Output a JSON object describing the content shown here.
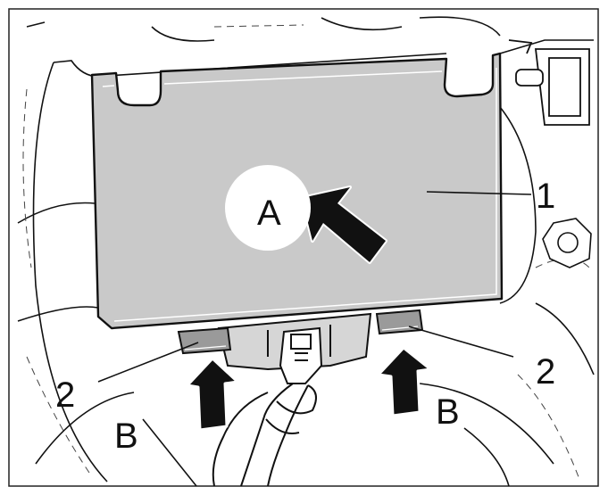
{
  "callouts": {
    "module": "1",
    "clip_left": "2",
    "clip_right": "2",
    "press_point": "A",
    "push_left": "B",
    "push_right": "B"
  },
  "colors": {
    "module_fill": "#c9c9c9",
    "clip_fill": "#9a9a9a",
    "label_circle": "#ffffff",
    "line": "#111111",
    "background": "#ffffff"
  }
}
